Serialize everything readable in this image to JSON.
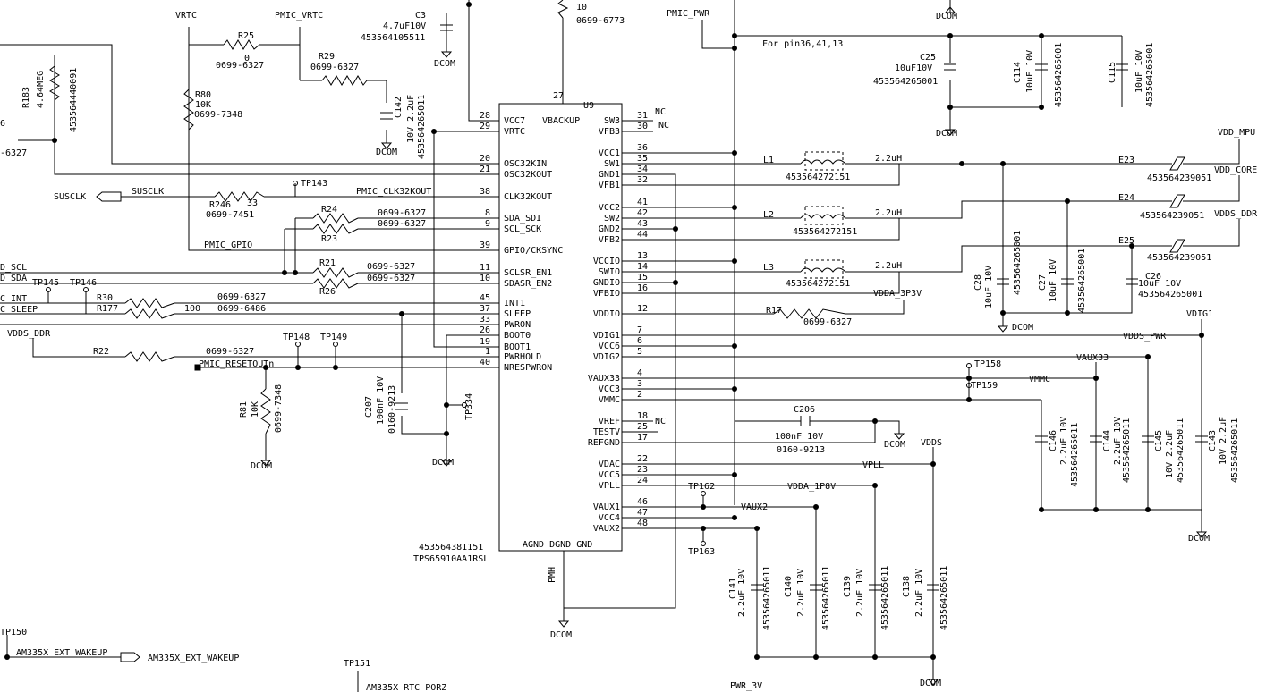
{
  "chip": {
    "ref": "U9",
    "vbackup": "VBACKUP",
    "part_number": "453564381151",
    "part_name": "TPS65910AA1RSL",
    "ground_label": "AGND DGND GND",
    "pmh": "PMH",
    "left_pins": [
      {
        "num": "28",
        "name": "VCC7"
      },
      {
        "num": "29",
        "name": "VRTC"
      },
      {
        "num": "20",
        "name": "OSC32KIN"
      },
      {
        "num": "21",
        "name": "OSC32KOUT"
      },
      {
        "num": "38",
        "name": "CLK32KOUT"
      },
      {
        "num": "8",
        "name": "SDA_SDI"
      },
      {
        "num": "9",
        "name": "SCL_SCK"
      },
      {
        "num": "39",
        "name": "GPIO/CKSYNC"
      },
      {
        "num": "11",
        "name": "SCLSR_EN1"
      },
      {
        "num": "10",
        "name": "SDASR_EN2"
      },
      {
        "num": "45",
        "name": "INT1"
      },
      {
        "num": "37",
        "name": "SLEEP"
      },
      {
        "num": "33",
        "name": "PWRON"
      },
      {
        "num": "26",
        "name": "BOOT0"
      },
      {
        "num": "19",
        "name": "BOOT1"
      },
      {
        "num": "1",
        "name": "PWRHOLD"
      },
      {
        "num": "40",
        "name": "NRESPWRON"
      }
    ],
    "right_pins": [
      {
        "num": "31",
        "name": "SW3"
      },
      {
        "num": "30",
        "name": "VFB3"
      },
      {
        "num": "36",
        "name": "VCC1"
      },
      {
        "num": "35",
        "name": "SW1"
      },
      {
        "num": "34",
        "name": "GND1"
      },
      {
        "num": "32",
        "name": "VFB1"
      },
      {
        "num": "41",
        "name": "VCC2"
      },
      {
        "num": "42",
        "name": "SW2"
      },
      {
        "num": "43",
        "name": "GND2"
      },
      {
        "num": "44",
        "name": "VFB2"
      },
      {
        "num": "13",
        "name": "VCCIO"
      },
      {
        "num": "14",
        "name": "SWIO"
      },
      {
        "num": "15",
        "name": "GNDIO"
      },
      {
        "num": "16",
        "name": "VFBIO"
      },
      {
        "num": "12",
        "name": "VDDIO"
      },
      {
        "num": "7",
        "name": "VDIG1"
      },
      {
        "num": "6",
        "name": "VCC6"
      },
      {
        "num": "5",
        "name": "VDIG2"
      },
      {
        "num": "4",
        "name": "VAUX33"
      },
      {
        "num": "3",
        "name": "VCC3"
      },
      {
        "num": "2",
        "name": "VMMC"
      },
      {
        "num": "18",
        "name": "VREF"
      },
      {
        "num": "25",
        "name": "TESTV"
      },
      {
        "num": "17",
        "name": "REFGND"
      },
      {
        "num": "22",
        "name": "VDAC"
      },
      {
        "num": "23",
        "name": "VCC5"
      },
      {
        "num": "24",
        "name": "VPLL"
      },
      {
        "num": "46",
        "name": "VAUX1"
      },
      {
        "num": "47",
        "name": "VCC4"
      },
      {
        "num": "48",
        "name": "VAUX2"
      }
    ],
    "top_pin": "27"
  },
  "nets": [
    "VRTC",
    "PMIC_VRTC",
    "PMIC_PWR",
    "For pin36,41,13",
    "DCOM",
    "SUSCLK",
    "PMIC_CLK32KOUT",
    "PMIC_GPIO",
    "D_SCL",
    "D_SDA",
    "C_INT",
    "C_SLEEP",
    "VDDS_DDR",
    "PMIC_RESETOUTn",
    "VDD_MPU",
    "VDD_CORE",
    "VDDS_DDR",
    "VDDA_3P3V",
    "VDIG1",
    "VDDS_PWR",
    "VAUX33",
    "VMMC",
    "VDDS",
    "VPLL",
    "VDDA_1P8V",
    "VAUX2",
    "AM335X_EXT_WAKEUP",
    "AM335X_EXT_WAKEUP",
    "AM335X_RTC_PORZ",
    "PWR_3V",
    "VRTC",
    "PWR_3V",
    "NC",
    "NC",
    "NC"
  ],
  "testpoints": [
    "TP143",
    "TP145",
    "TP146",
    "TP148",
    "TP149",
    "TP334",
    "TP158",
    "TP159",
    "TP162",
    "TP163",
    "TP150",
    "TP151"
  ],
  "labels": [
    "R183",
    "4.64MEG",
    "453564440091",
    "6",
    "-6327",
    "R25",
    "0",
    "0699-6327",
    "R80",
    "10K",
    "0699-7348",
    "R29",
    "0699-6327",
    "C3",
    "4.7uF10V",
    "453564105511",
    "C142",
    "10V 2.2uF",
    "453564265011",
    "10",
    "0699-6773",
    "R246",
    "33",
    "0699-7451",
    "R24",
    "R23",
    "0699-6327",
    "0699-6327",
    "R21",
    "R26",
    "0699-6327",
    "0699-6327",
    "R30",
    "R177",
    "0699-6327",
    "100",
    "0699-6486",
    "R22",
    "0699-6327",
    "R81",
    "10K",
    "0699-7348",
    "C207",
    "100nF 10V",
    "0160-9213",
    "C25",
    "10uF10V",
    "453564265001",
    "C114",
    "10uF 10V",
    "453564265001",
    "C115",
    "10uF 10V",
    "453564265001",
    "L1",
    "2.2uH",
    "453564272151",
    "L2",
    "2.2uH",
    "453564272151",
    "L3",
    "2.2uH",
    "453564272151",
    "E23",
    "453564239051",
    "E24",
    "453564239051",
    "E25",
    "453564239051",
    "C28",
    "10uF 10V",
    "453564265001",
    "C27",
    "10uF 10V",
    "453564265001",
    "C26",
    "10uF 10V",
    "453564265001",
    "R17",
    "0699-6327",
    "C206",
    "100nF 10V",
    "0160-9213",
    "C146",
    "2.2uF 10V",
    "453564265011",
    "C144",
    "2.2uF 10V",
    "453564265011",
    "C145",
    "10V 2.2uF",
    "453564265011",
    "C143",
    "10V 2.2uF",
    "453564265011",
    "C141",
    "2.2uF 10V",
    "453564265011",
    "C140",
    "2.2uF 10V",
    "453564265011",
    "C139",
    "2.2uF 10V",
    "453564265011",
    "C138",
    "2.2uF 10V",
    "453564265011"
  ]
}
